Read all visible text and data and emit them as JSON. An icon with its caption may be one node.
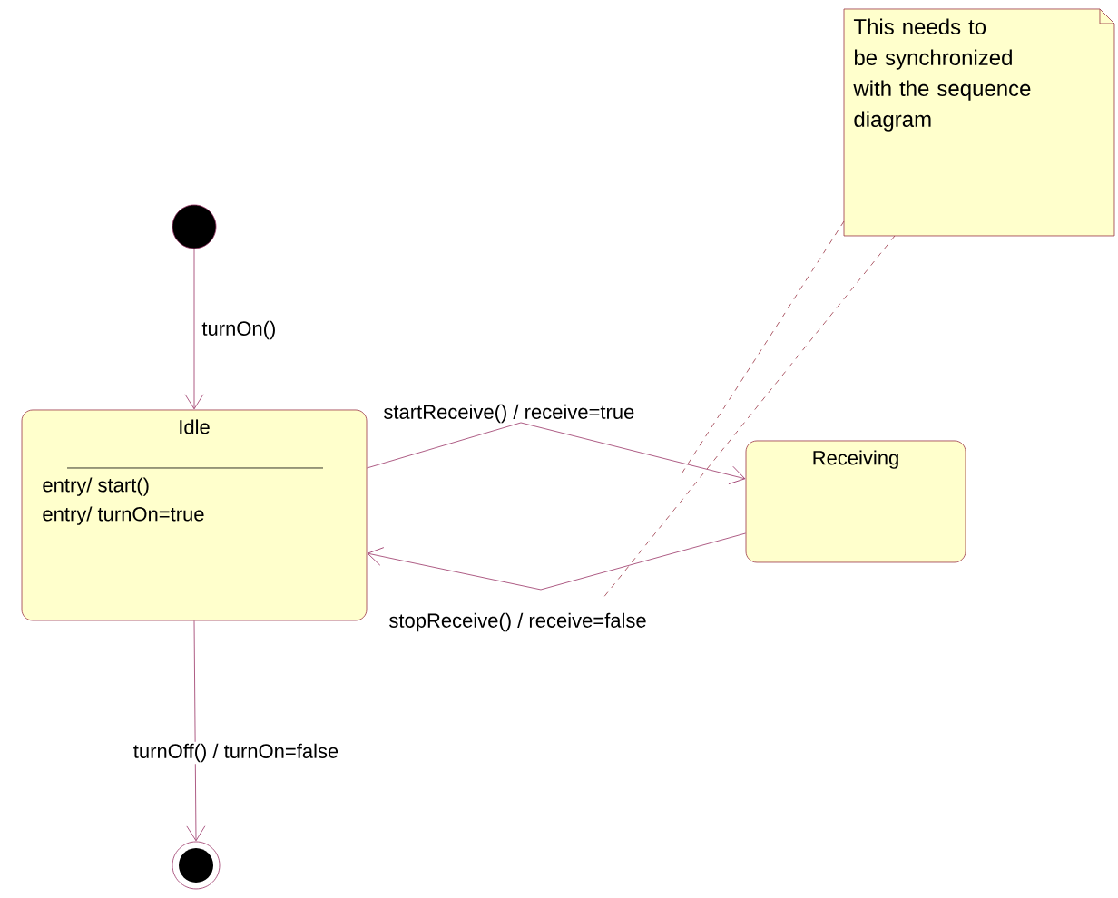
{
  "diagram": {
    "nodes": [
      {
        "text": [],
        "shape": "circle"
      },
      {
        "text": [
          "Idle",
          "entry/ start()",
          "entry/ turnOn=true"
        ]
      },
      {
        "text": [
          "Receiving"
        ]
      },
      {
        "text": [],
        "shape": "circle"
      },
      {
        "text": [
          "This needs to be synchronized with the sequence diagram"
        ]
      }
    ],
    "edges": [
      {
        "from": 0,
        "to": 1,
        "arrow": "to",
        "label": "turnOn()"
      },
      {
        "from": 1,
        "to": 2,
        "arrow": "to",
        "label": "startReceive() / receive=true"
      },
      {
        "from": 2,
        "to": 1,
        "arrow": "to",
        "label": "stopReceive() / receive=false"
      },
      {
        "from": 1,
        "to": 3,
        "arrow": "to",
        "label": "turnOff() / turnOn=false"
      },
      {
        "from": 4,
        "to": null,
        "arrow": "none",
        "style": "dashed"
      },
      {
        "from": 4,
        "to": null,
        "arrow": "none",
        "style": "dashed"
      }
    ]
  }
}
